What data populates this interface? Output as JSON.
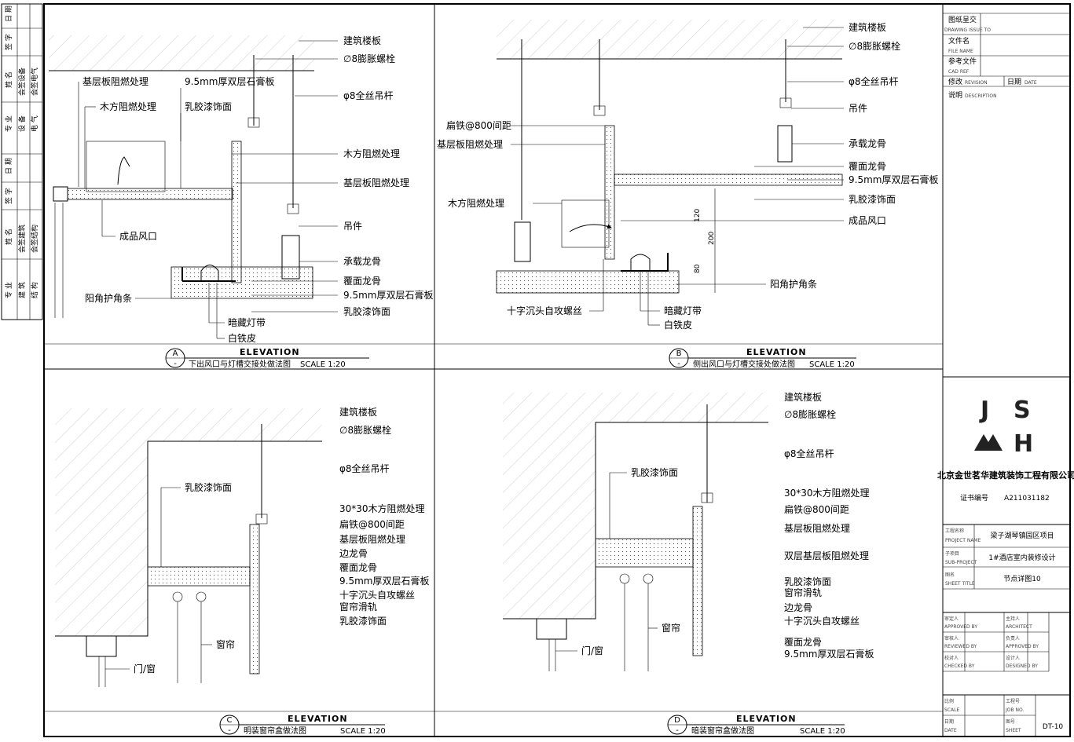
{
  "left_strip": {
    "upper": [
      "日 期",
      "签 字",
      "姓 名",
      "会签设备",
      "会签电气",
      "专 业",
      "设 备",
      "电 气"
    ],
    "lower": [
      "日 期",
      "签 字",
      "姓 名",
      "会签建筑",
      "会签结构",
      "专 业",
      "建 筑",
      "结 构"
    ]
  },
  "details": {
    "A": {
      "letter": "A",
      "sub": "-",
      "elevation": "ELEVATION",
      "title": "下出风口与灯槽交接处做法图",
      "scale": "SCALE 1:20",
      "labels": {
        "l1": "基层板阻燃处理",
        "l2": "9.5mm厚双层石膏板",
        "l3": "木方阻燃处理",
        "l4": "乳胶漆饰面",
        "r1": "建筑楼板",
        "r2": "∅8膨胀螺栓",
        "r3": "φ8全丝吊杆",
        "r4": "木方阻燃处理",
        "r5": "基层板阻燃处理",
        "r6": "吊件",
        "r7": "承载龙骨",
        "r8": "覆面龙骨",
        "r9": "9.5mm厚双层石膏板",
        "r10": "乳胶漆饰面",
        "b1": "成品风口",
        "b2": "阳角护角条",
        "b3": "暗藏灯带",
        "b4": "白铁皮"
      }
    },
    "B": {
      "letter": "B",
      "sub": "-",
      "elevation": "ELEVATION",
      "title": "侧出风口与灯槽交接处做法图",
      "scale": "SCALE 1:20",
      "labels": {
        "r1": "建筑楼板",
        "r2": "∅8膨胀螺栓",
        "r3": "φ8全丝吊杆",
        "r4": "吊件",
        "r5": "承载龙骨",
        "r6": "覆面龙骨",
        "r7": "9.5mm厚双层石膏板",
        "r8": "乳胶漆饰面",
        "r9": "成品风口",
        "r10": "阳角护角条",
        "l1": "扁铁@800间距",
        "l2": "基层板阻燃处理",
        "l3": "木方阻燃处理",
        "b1": "十字沉头自攻螺丝",
        "b2": "暗藏灯带",
        "b3": "白铁皮",
        "d1": "120",
        "d2": "200",
        "d3": "80"
      }
    },
    "C": {
      "letter": "C",
      "sub": "-",
      "elevation": "ELEVATION",
      "title": "明装窗帘盒做法图",
      "scale": "SCALE 1:20",
      "labels": {
        "r1": "建筑楼板",
        "r2": "∅8膨胀螺栓",
        "r3": "φ8全丝吊杆",
        "r4": "30*30木方阻燃处理",
        "r5": "扁铁@800间距",
        "r6": "基层板阻燃处理",
        "r7": "边龙骨",
        "r8": "覆面龙骨",
        "r9": "9.5mm厚双层石膏板",
        "r10": "十字沉头自攻螺丝",
        "r11": "窗帘滑轨",
        "r12": "乳胶漆饰面",
        "l1": "乳胶漆饰面",
        "b1": "窗帘",
        "b2": "门/窗"
      }
    },
    "D": {
      "letter": "D",
      "sub": "-",
      "elevation": "ELEVATION",
      "title": "暗装窗帘盒做法图",
      "scale": "SCALE 1:20",
      "labels": {
        "r1": "建筑楼板",
        "r2": "∅8膨胀螺栓",
        "r3": "φ8全丝吊杆",
        "r4": "30*30木方阻燃处理",
        "r5": "扁铁@800间距",
        "r6": "基层板阻燃处理",
        "r7": "双层基层板阻燃处理",
        "r8": "乳胶漆饰面",
        "r9": "窗帘滑轨",
        "r10": "边龙骨",
        "r11": "十字沉头自攻螺丝",
        "r12": "覆面龙骨",
        "r13": "9.5mm厚双层石膏板",
        "l1": "乳胶漆饰面",
        "b1": "窗帘",
        "b2": "门/窗"
      }
    }
  },
  "title_block": {
    "issue": "图纸呈交",
    "issue_en": "DRAWING ISSUE TO",
    "file": "文件名",
    "file_en": "FILE NAME",
    "ref": "参考文件",
    "ref_en": "CAD REF",
    "rev": "修改",
    "rev_en": "REVISION",
    "date": "日期",
    "date_en": "DATE",
    "desc": "说明",
    "desc_en": "DESCRIPTION",
    "logo_j": "J",
    "logo_s": "S",
    "logo_h": "H",
    "company": "北京金世茗华建筑装饰工程有限公司",
    "cert_label": "证书编号",
    "cert_no": "A211031182",
    "project_label": "工程名称",
    "project_label_en": "PROJECT NAME",
    "project": "梁子湖琴镇园区项目",
    "sub_label": "子项目",
    "sub_label_en": "SUB-PROJECT",
    "sub": "1#酒店室内装修设计",
    "sheet_label": "图名",
    "sheet_label_en": "SHEET TITLE",
    "sheet": "节点详图10",
    "approved": "审定人",
    "approved_en": "APPROVED BY",
    "architect": "主持人",
    "architect_en": "ARCHITECT",
    "reviewed": "审核人",
    "reviewed_en": "REVIEWED BY",
    "charge": "负责人",
    "charge_en": "APPROVED BY",
    "checked": "校对人",
    "checked_en": "CHECKED BY",
    "designed": "设计人",
    "designed_en": "DESIGNED BY",
    "scale": "比例",
    "scale_en": "SCALE",
    "job": "工程号",
    "job_en": "JOB NO.",
    "date2": "日期",
    "date2_en": "DATE",
    "sheetno": "图号",
    "sheetno_en": "SHEET",
    "sheet_no": "DT-10"
  }
}
